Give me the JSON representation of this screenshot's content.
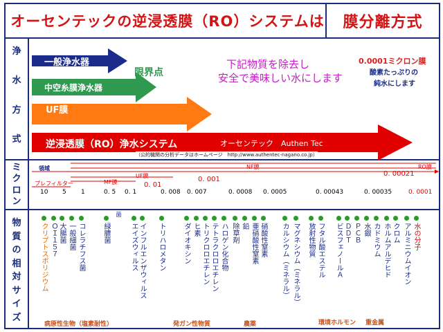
{
  "header": {
    "title": "オーセンテックの逆浸透膜（RO）システムは",
    "side_title": "膜分離方式"
  },
  "row_labels": {
    "method": [
      "浄",
      "水",
      "方",
      "式"
    ],
    "micron": [
      "ミ",
      "ク",
      "ロ",
      "ン"
    ],
    "size": [
      "物",
      "質",
      "の",
      "相",
      "対",
      "サ",
      "イ",
      "ズ"
    ]
  },
  "arrows": {
    "ippan": "一般浄水器",
    "chukuushi": "中空糸膜浄水器",
    "genkaiten": "限界点",
    "uf": "UF膜",
    "ro": "逆浸透膜（RO）浄水システム",
    "ro_brand": "オーセンテック　Authen Tec"
  },
  "message": {
    "line1": "下記物質を除去し",
    "line2": "安全で美味しい水にします"
  },
  "side_note": {
    "line1": "0.0001ミクロン膜",
    "line2": "酸素たっぷりの",
    "line3": "純水にします"
  },
  "public_note": "（公的機関の分析データはホームページ　http://www.authentec-nagano.co.jp）",
  "filters": {
    "ryoiki": "領域",
    "prefilter": "プレフィルター",
    "mf": "MF膜",
    "uf": "UF膜",
    "nf": "NF膜",
    "ro": "RO膜",
    "uf_value": "0. 01",
    "nf_value": "0. 001",
    "ro_value": "0. 00021"
  },
  "scale": [
    "10",
    "5",
    "1",
    "0. 5",
    "0. 1",
    "0. 008",
    "0. 007",
    "0. 0008",
    "0. 0005",
    "0. 00043",
    "0. 00035",
    "0. 0001"
  ],
  "substances": [
    "クリプトスポリジウム",
    "ＯＩ１５７",
    "大腸菌",
    "一般細菌",
    "コレラチフス菌",
    "緑膿菌",
    "エイズウィルス",
    "インフルエンザウィルス",
    "トリハロメタン",
    "ダイオキシン",
    "ヒ素",
    "トリクロロエチレン",
    "テトラクロロエチレン",
    "ハロゲン化合物",
    "除草剤",
    "鉛",
    "亜硝酸性窒素",
    "硝酸性窒素",
    "カルシウム（ミネラル）",
    "マグネシウム（ミネラル）",
    "放射性物質",
    "フタル酸エステル",
    "ビスフェノールＡ",
    "ＤＤＴ",
    "ＰＣＢ",
    "水銀",
    "カドミウム",
    "ホルムアルデヒド",
    "クロム",
    "アルミニウムイオン",
    "水の分子"
  ],
  "tags": {
    "kin": "菌"
  },
  "categories": {
    "pathogen": "病原性生物（塩素耐性）",
    "carcinogen": "発ガン性物質",
    "pesticide": "農薬",
    "hormone": "環境ホルモン",
    "heavy_metal": "重金属"
  },
  "colors": {
    "navy": "#1a2c7a",
    "red": "#e00000",
    "blue_arrow": "#1b2b8c",
    "green_arrow": "#2f9a4f",
    "orange_arrow": "#ff7a12",
    "magenta": "#c41ec4",
    "dot_green": "#2b9a2b",
    "category_orange": "#c9521a"
  }
}
